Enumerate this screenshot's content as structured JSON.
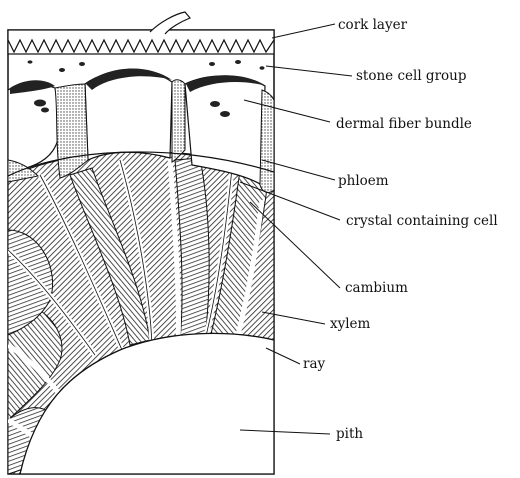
{
  "labels": {
    "cork_layer": "cork layer",
    "stone_cell_group": "stone cell group",
    "dermal_fiber_bundle": "dermal fiber bundle",
    "phloem": "phloem",
    "crystal_containing_cell": "crystal containing cell",
    "cambium": "cambium",
    "xylem": "xylem",
    "ray": "ray",
    "pith": "pith"
  },
  "colors": {
    "ink": "#111111",
    "paper": "#ffffff"
  }
}
